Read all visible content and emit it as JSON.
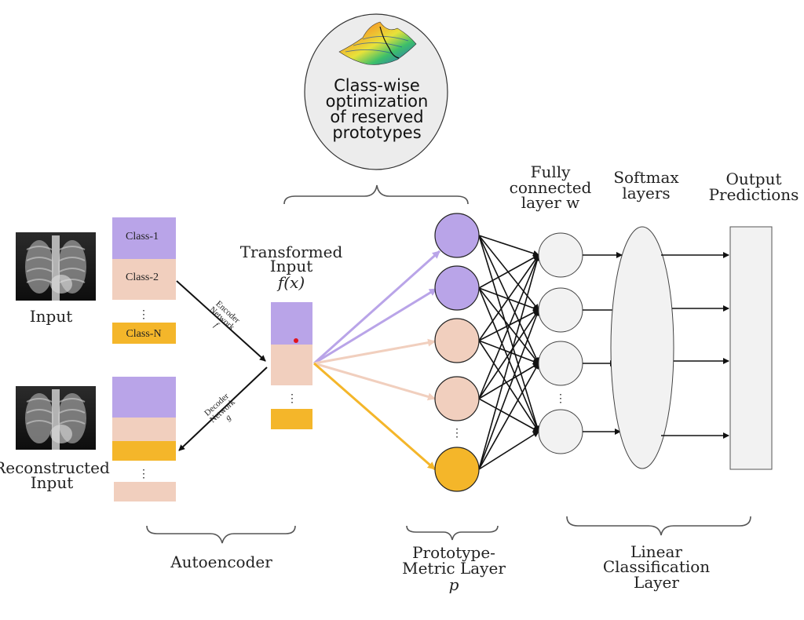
{
  "labels": {
    "input": "Input",
    "reconstructed_line1": "Reconstructed",
    "reconstructed_line2": "Input",
    "transformed_line1": "Transformed",
    "transformed_line2": "Input",
    "transformed_fx": "f(x)",
    "autoencoder": "Autoencoder",
    "prototype_line1": "Prototype-",
    "prototype_line2": "Metric Layer",
    "prototype_line3": "p",
    "linear_line1": "Linear",
    "linear_line2": "Classification",
    "linear_line3": "Layer",
    "fc_line1": "Fully",
    "fc_line2": "connected",
    "fc_line3": "layer w",
    "softmax_line1": "Softmax",
    "softmax_line2": "layers",
    "output_line1": "Output",
    "output_line2": "Predictions",
    "bubble_line1": "Class-wise",
    "bubble_line2": "optimization",
    "bubble_line3": "of reserved",
    "bubble_line4": "prototypes"
  },
  "classes": {
    "class1": "Class-1",
    "class2": "Class-2",
    "classN": "Class-N",
    "ellipsis": "⋮"
  },
  "encoder": {
    "line1": "Encoder",
    "line2": "Network",
    "line3": "f"
  },
  "decoder": {
    "line1": "Decoder",
    "line2": "Network",
    "line3": "g"
  },
  "colors": {
    "class1": "#b9a4e8",
    "class2": "#f1cfbe",
    "classN": "#f4b62a",
    "node": "#f2f2f2",
    "arrow": "#111111"
  }
}
